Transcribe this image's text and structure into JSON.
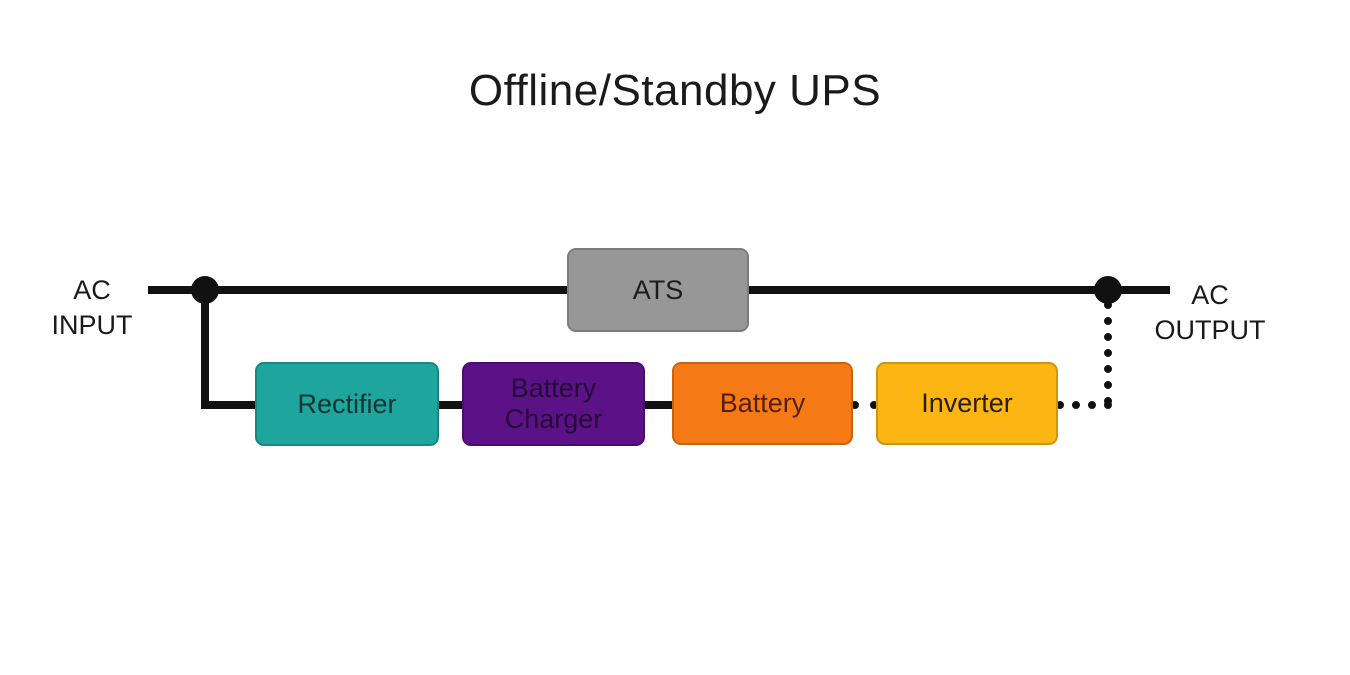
{
  "diagram": {
    "title": "Offline/Standby UPS",
    "input_label": {
      "line1": "AC",
      "line2": "INPUT"
    },
    "output_label": {
      "line1": "AC",
      "line2": "OUTPUT"
    },
    "line_color": "#111111",
    "nodes": [
      {
        "id": "ats",
        "label": "ATS",
        "color": "#979797",
        "text_color": "#1c1c1c"
      },
      {
        "id": "rectifier",
        "label": "Rectifier",
        "color": "#1ea59d",
        "text_color": "#0c3533"
      },
      {
        "id": "battery-charger",
        "label": "Battery Charger",
        "color": "#5c1287",
        "text_color": "#240b38"
      },
      {
        "id": "battery",
        "label": "Battery",
        "color": "#f57a15",
        "text_color": "#551f02"
      },
      {
        "id": "inverter",
        "label": "Inverter",
        "color": "#fbb614",
        "text_color": "#2b1d00"
      }
    ],
    "connections": [
      {
        "from": "ac-input",
        "to": "ats",
        "style": "solid"
      },
      {
        "from": "ats",
        "to": "ac-output",
        "style": "solid"
      },
      {
        "from": "ac-input-junction",
        "to": "rectifier",
        "style": "solid"
      },
      {
        "from": "rectifier",
        "to": "battery-charger",
        "style": "solid"
      },
      {
        "from": "battery-charger",
        "to": "battery",
        "style": "solid"
      },
      {
        "from": "battery",
        "to": "inverter",
        "style": "dotted"
      },
      {
        "from": "inverter",
        "to": "ac-output-junction",
        "style": "dotted"
      }
    ]
  }
}
